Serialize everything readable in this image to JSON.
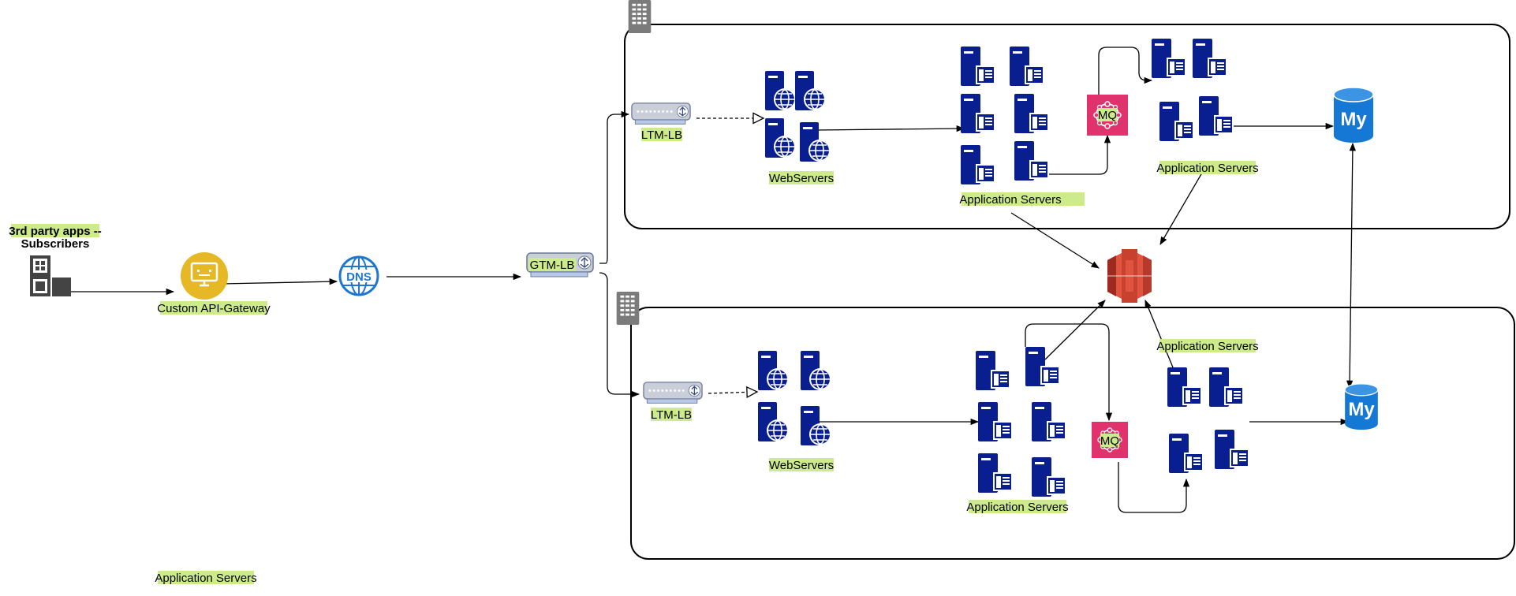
{
  "colors": {
    "server_blue": "#0a1f8f",
    "label_highlight": "#cdeb8b",
    "gateway_yellow": "#e6b825",
    "dns_blue": "#1b77d2",
    "mq_pink": "#e0336e",
    "s3_red": "#e0533f",
    "mysql_blue": "#1478d4",
    "lb_gray": "#c9ced9"
  },
  "nodes": {
    "subscribers": {
      "line1": "3rd party apps --",
      "line2": "Subscribers",
      "icon": "building-blocks-icon"
    },
    "api_gateway": {
      "label": "Custom API-Gateway",
      "icon": "monitor-gateway-icon"
    },
    "dns": {
      "label": "DNS",
      "icon": "dns-globe-icon"
    },
    "gtm_lb": {
      "label": "GTM-LB",
      "icon": "load-balancer-icon"
    },
    "ltm_lb_top": {
      "label": "LTM-LB",
      "icon": "load-balancer-icon"
    },
    "ltm_lb_bottom": {
      "label": "LTM-LB",
      "icon": "load-balancer-icon"
    },
    "web_top": {
      "label": "WebServers",
      "icon": "web-server-icon"
    },
    "web_bottom": {
      "label": "WebServers",
      "icon": "web-server-icon"
    },
    "app_top_left": {
      "label": "Application Servers",
      "icon": "server-icon"
    },
    "app_top_right": {
      "label": "Application Servers",
      "icon": "server-icon"
    },
    "app_bottom_left": {
      "label": "Application Servers",
      "icon": "server-icon"
    },
    "app_bottom_right": {
      "label": "Application Servers",
      "icon": "server-icon"
    },
    "stray_app_label": {
      "label": "Application Servers"
    },
    "mq_top": {
      "label": "MQ",
      "icon": "message-queue-icon"
    },
    "mq_bottom": {
      "label": "MQ",
      "icon": "message-queue-icon"
    },
    "s3": {
      "icon": "s3-bucket-icon"
    },
    "mysql_top": {
      "label": "My",
      "icon": "mysql-database-icon"
    },
    "mysql_bottom": {
      "label": "My",
      "icon": "mysql-database-icon"
    },
    "datacenter_top": {
      "icon": "datacenter-building-icon"
    },
    "datacenter_bottom": {
      "icon": "datacenter-building-icon"
    }
  }
}
